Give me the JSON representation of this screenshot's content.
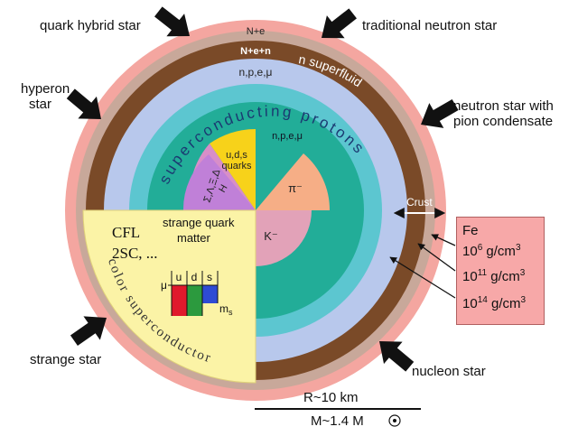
{
  "labels": {
    "quark_hybrid_star": "quark hybrid star",
    "traditional_neutron_star": "traditional neutron star",
    "hyperon_star_1": "hyperon",
    "hyperon_star_2": "star",
    "neutron_pion_1": "neutron star with",
    "neutron_pion_2": "pion condensate",
    "strange_star": "strange star",
    "nucleon_star": "nucleon star"
  },
  "layers": {
    "outer_ne": "N+e",
    "nen": "N+e+n",
    "npe_mu_outer": "n,p,e,μ",
    "n_superfluid": "n superfluid",
    "superconducting_protons": "superconducting protons",
    "npe_mu_inner": "n,p,e,μ",
    "uds_1": "u,d,s",
    "uds_2": "quarks",
    "sigma": "Σ,Λ,Ξ,Δ",
    "h_dibaryon": "H",
    "pi_minus": "π⁻",
    "k_minus": "K⁻",
    "strange_quark_1": "strange quark",
    "strange_quark_2": "matter",
    "cfl": "CFL",
    "twosc": "2SC, ...",
    "color_superconductor": "color superconductor",
    "mu": "μ",
    "flavor_u": "u",
    "flavor_d": "d",
    "flavor_s": "s",
    "ms": "m",
    "ms_sub": "s"
  },
  "crust": {
    "label": "Crust",
    "fe": "Fe",
    "density_1_base": "10",
    "density_1_exp": "6",
    "density_1_unit": " g/cm",
    "density_2_base": "10",
    "density_2_exp": "11",
    "density_2_unit": " g/cm",
    "density_3_base": "10",
    "density_3_exp": "14",
    "density_3_unit": " g/cm",
    "cube": "3"
  },
  "scale": {
    "radius": "R~10 km",
    "mass": "M~1.4 M"
  },
  "colors": {
    "outer_pink": "#f4a6a0",
    "tan": "#c8a89a",
    "brown": "#7a4a28",
    "light_blue": "#b8c8ec",
    "cyan": "#5cc6d0",
    "teal": "#22ad98",
    "yellow_quadrant": "#fbf3a6",
    "gold": "#f7d21a",
    "lilac": "#c080d8",
    "magenta": "#d88ec8",
    "peach": "#f6ae86",
    "pink_kaon": "#e2a2b8",
    "crust_box": "#f7a8a8"
  }
}
